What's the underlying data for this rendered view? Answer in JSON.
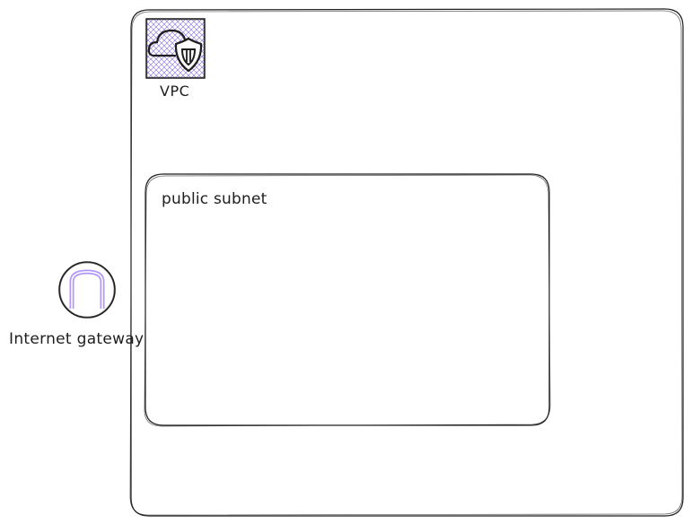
{
  "diagram": {
    "vpc": {
      "label": "VPC",
      "icon": "vpc-cloud-shield-icon",
      "icon_color": "#6741d9"
    },
    "public_subnet": {
      "label": "public subnet"
    },
    "internet_gateway": {
      "label": "Internet gateway",
      "icon": "internet-gateway-arch-icon",
      "icon_color": "#b197fc"
    },
    "colors": {
      "stroke": "#1e1e1e",
      "accent": "#6741d9",
      "accent_light": "#d0bfff"
    }
  }
}
